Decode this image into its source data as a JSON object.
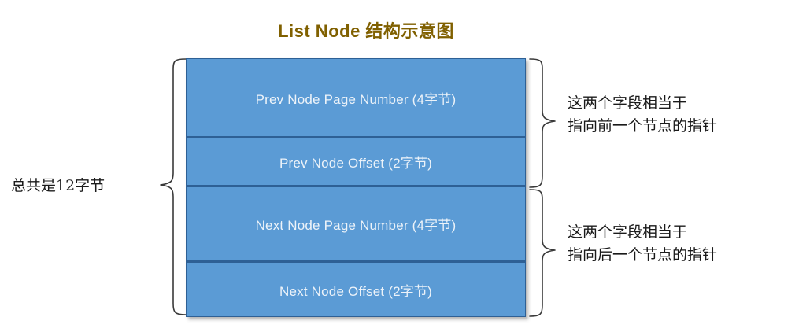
{
  "diagram": {
    "title": "List Node 结构示意图",
    "title_color": "#806000",
    "box_fill_color": "#5B9BD5",
    "box_border_color": "#2E6095",
    "box_text_color": "#EDF3F9",
    "brace_color": "#3A3A3A",
    "fields": [
      {
        "label": "Prev Node Page Number (4字节)",
        "bytes": 4
      },
      {
        "label": "Prev Node Offset (2字节)",
        "bytes": 2
      },
      {
        "label": "Next Node Page Number (4字节)",
        "bytes": 4
      },
      {
        "label": "Next Node Offset (2字节)",
        "bytes": 2
      }
    ],
    "left_annotation": "总共是12字节",
    "right_annotations": [
      {
        "line1": "这两个字段相当于",
        "line2": "指向前一个节点的指针"
      },
      {
        "line1": "这两个字段相当于",
        "line2": "指向后一个节点的指针"
      }
    ]
  }
}
